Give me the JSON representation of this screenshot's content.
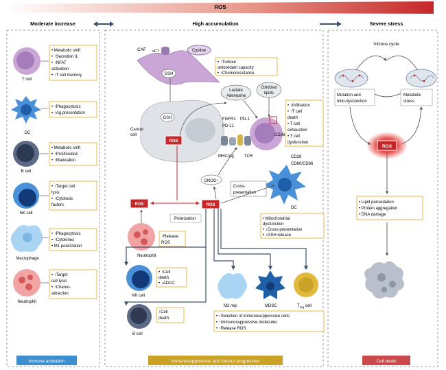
{
  "header": {
    "ros": "ROS"
  },
  "columns": {
    "moderate": "Moderate increase",
    "high": "High accumulation",
    "severe": "Severe stress"
  },
  "footer": {
    "activation": "Immune activation",
    "suppression": "Immunosuppression and tumour progression",
    "death": "Cell death"
  },
  "left_cells": [
    {
      "name": "T cell",
      "effects": [
        "• Metabolic shift",
        "• ↑Secretion IL",
        "• ↑NFAT",
        "  activation",
        "• ↑T cell memory"
      ]
    },
    {
      "name": "DC",
      "effects": [
        "• ↑Phagocytosis",
        "• ↑Ag presentation"
      ]
    },
    {
      "name": "B cell",
      "effects": [
        "• Metabolic shift",
        "• ↑Proliferation",
        "• ↑Maturation"
      ]
    },
    {
      "name": "NK cell",
      "effects": [
        "• ↑Target cell",
        "  lysis",
        "• ↑Cytotoxic",
        "  factors"
      ]
    },
    {
      "name": "Macrophage",
      "effects": [
        "• ↑Phagocytosis",
        "• ↑Cytokines",
        "• M1 polarization"
      ]
    },
    {
      "name": "Neutrophil",
      "effects": [
        "• ↑Target",
        "  cell lysis",
        "• ↑Chemo-",
        "  attraction"
      ]
    }
  ],
  "middle": {
    "caf": "CAF",
    "xct": "xCT",
    "cystine": "Cystine",
    "gsh_caf": "GSH",
    "gsh_cancer": "GSH",
    "caf_effects": [
      "• ↑Tumour",
      "  antioxidant capacity",
      "• ↑Chemoresistance"
    ],
    "cancer_cell": [
      "Cancer",
      "cell"
    ],
    "ros_cancer": "ROS",
    "lactate": [
      "Lactate",
      "Adenosine"
    ],
    "oxidized": [
      "Oxidized",
      "lipids"
    ],
    "fgfr1": "FGFR1",
    "pd1": "PD-1",
    "pdl1": "PD-L1",
    "mhc": "MHC/Ag",
    "tcr": "TCR",
    "cd36": "CD36",
    "tcell_effects": [
      "• ↓Infiltration",
      "• ↑T cell",
      "  death",
      "• T cell",
      "  exhaustion",
      "• T cell",
      "  dysfunction"
    ],
    "cd28": "CD28",
    "cd80": "CD80/CD86",
    "onoo": "ONOO⁻",
    "cross": [
      "Cross-",
      "presentation"
    ],
    "dc": "DC",
    "dc_effects": [
      "• Mitochondrial",
      "  dysfunction",
      "• ↓Cross-presentation",
      "• ↓GSH release"
    ],
    "ros_left": "ROS",
    "ros_center": "ROS",
    "polarization": "Polarization",
    "neutrophil": "Neutrophil",
    "neutrophil_effect": [
      "↑Release",
      "ROS"
    ],
    "nk_cell": "NK cell",
    "nk_effects": [
      "• ↑Cell",
      "  death",
      "• ↓ADCC"
    ],
    "b_cell": "B cell",
    "b_effect": [
      "↑Cell",
      "death"
    ],
    "m2": "M2 mφ",
    "mdsc": "MDSC",
    "treg": "T",
    "treg_sub": "reg",
    "treg_suffix": " cell",
    "supp_effects": [
      "• ↑Selection of immunosuppressive cells",
      "• ↑Immunosuppressive molecules",
      "• ↑Release ROS"
    ]
  },
  "right": {
    "vicious": "Vicious cycle",
    "mutation": [
      "Mutation and",
      "mito-dysfunction"
    ],
    "metabolic": [
      "Metabolic",
      "stress"
    ],
    "ros": "ROS",
    "effects": [
      "• Lipid peroxidation",
      "• Protein aggregation",
      "• DNA damage"
    ]
  },
  "colors": {
    "ros_red": "#c62828",
    "box_gold": "#e6b84c",
    "activation_blue": "#3f8fcf",
    "suppression_gold": "#c9a227",
    "death_red": "#c94a4a"
  }
}
